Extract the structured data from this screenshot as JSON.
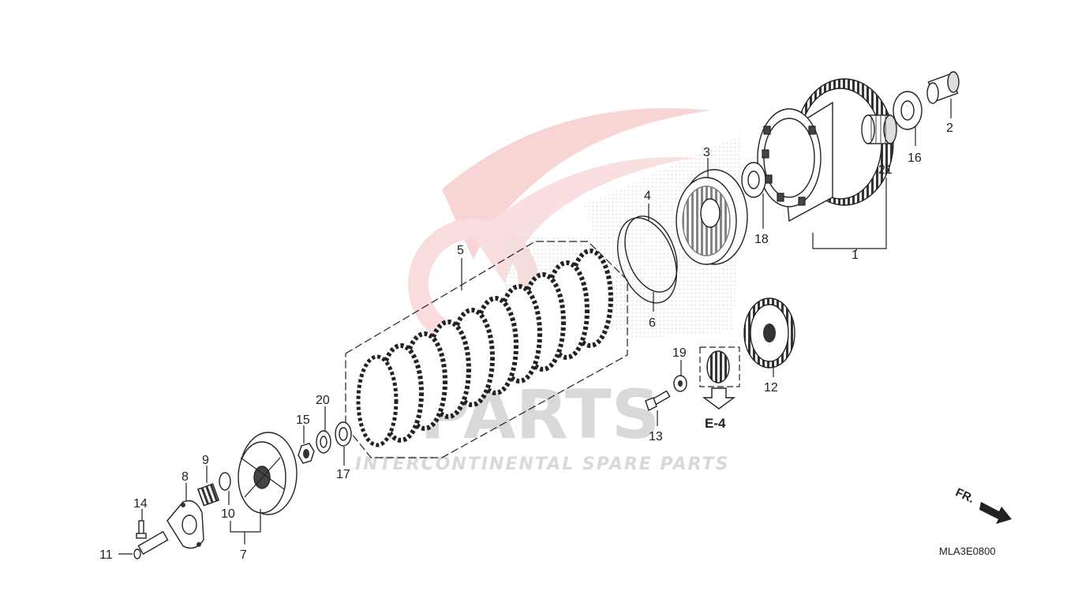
{
  "watermark": {
    "brand": "SPARTS",
    "tagline": "INTERCONTINENTAL SPARE PARTS"
  },
  "diagram_code": "MLA3E0800",
  "front_indicator": "FR.",
  "reference": "E-4",
  "callouts": [
    "1",
    "2",
    "3",
    "4",
    "5",
    "6",
    "7",
    "8",
    "9",
    "10",
    "11",
    "12",
    "13",
    "14",
    "15",
    "16",
    "17",
    "18",
    "19",
    "20",
    "21"
  ]
}
